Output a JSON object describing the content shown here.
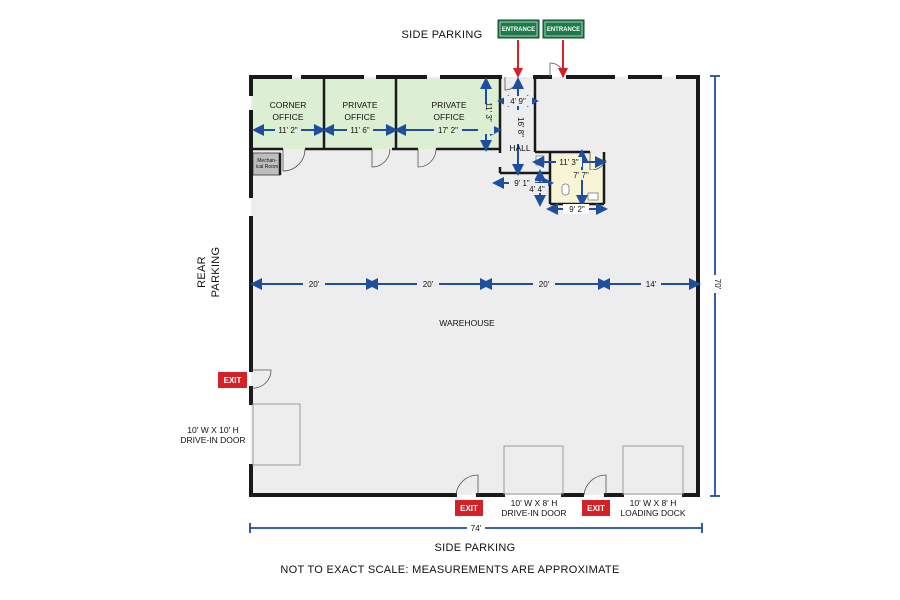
{
  "labels": {
    "side_parking_top": "SIDE PARKING",
    "side_parking_bottom": "SIDE PARKING",
    "rear_parking_line1": "REAR",
    "rear_parking_line2": "PARKING",
    "note": "NOT TO EXACT SCALE:  MEASUREMENTS ARE APPROXIMATE",
    "warehouse": "WAREHOUSE",
    "hall": "HALL",
    "mechanical_room_line1": "Mechan-",
    "mechanical_room_line2": "ical Room"
  },
  "rooms": [
    {
      "line1": "CORNER",
      "line2": "OFFICE",
      "width": "11' 2\""
    },
    {
      "line1": "PRIVATE",
      "line2": "OFFICE",
      "width": "11' 6\""
    },
    {
      "line1": "PRIVATE",
      "line2": "OFFICE",
      "width": "17' 2\""
    }
  ],
  "dimensions": {
    "office_depth": "11' 3\"",
    "hall_width": "4' 9\"",
    "hall_length": "16' 8\"",
    "restroom_width": "11' 3\"",
    "restroom_depth": "7' 7\"",
    "vestibule_width": "9' 1\"",
    "vestibule_depth": "4' 4\"",
    "restroom_bottom_width": "9' 2\"",
    "warehouse_segments": [
      "20'",
      "20'",
      "20'",
      "14'"
    ],
    "total_width": "74'",
    "total_depth": "70'"
  },
  "signs": {
    "entrance_1": "ENTRANCE",
    "entrance_2": "ENTRANCE",
    "exit_rear": "EXIT",
    "exit_bottom_1": "EXIT",
    "exit_bottom_2": "EXIT"
  },
  "doors": {
    "drive_in_rear_line1": "10' W X 10' H",
    "drive_in_rear_line2": "DRIVE-IN DOOR",
    "drive_in_bottom_line1": "10' W X 8' H",
    "drive_in_bottom_line2": "DRIVE-IN DOOR",
    "loading_dock_line1": "10' W X 8' H",
    "loading_dock_line2": "LOADING DOCK"
  },
  "colors": {
    "floor": "#ededed",
    "office": "#dcefd3",
    "restroom": "#f7f5d6",
    "wall": "#1a1a1a",
    "dimension": "#1f4ea1",
    "entrance_sign": "#1e7a4a",
    "exit_sign": "#d62027",
    "arrow": "#d62027"
  }
}
